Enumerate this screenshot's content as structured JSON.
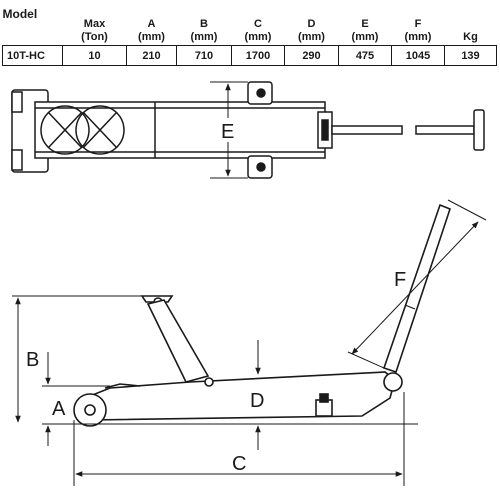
{
  "table": {
    "headers": [
      {
        "title": "Model",
        "unit": ""
      },
      {
        "title": "Max",
        "unit": "(Ton)"
      },
      {
        "title": "A",
        "unit": "(mm)"
      },
      {
        "title": "B",
        "unit": "(mm)"
      },
      {
        "title": "C",
        "unit": "(mm)"
      },
      {
        "title": "D",
        "unit": "(mm)"
      },
      {
        "title": "E",
        "unit": "(mm)"
      },
      {
        "title": "F",
        "unit": "(mm)"
      },
      {
        "title": "Kg",
        "unit": ""
      }
    ],
    "row": [
      "10T-HC",
      "10",
      "210",
      "710",
      "1700",
      "290",
      "475",
      "1045",
      "139"
    ]
  },
  "labels": {
    "A": "A",
    "B": "B",
    "C": "C",
    "D": "D",
    "E": "E",
    "F": "F"
  }
}
